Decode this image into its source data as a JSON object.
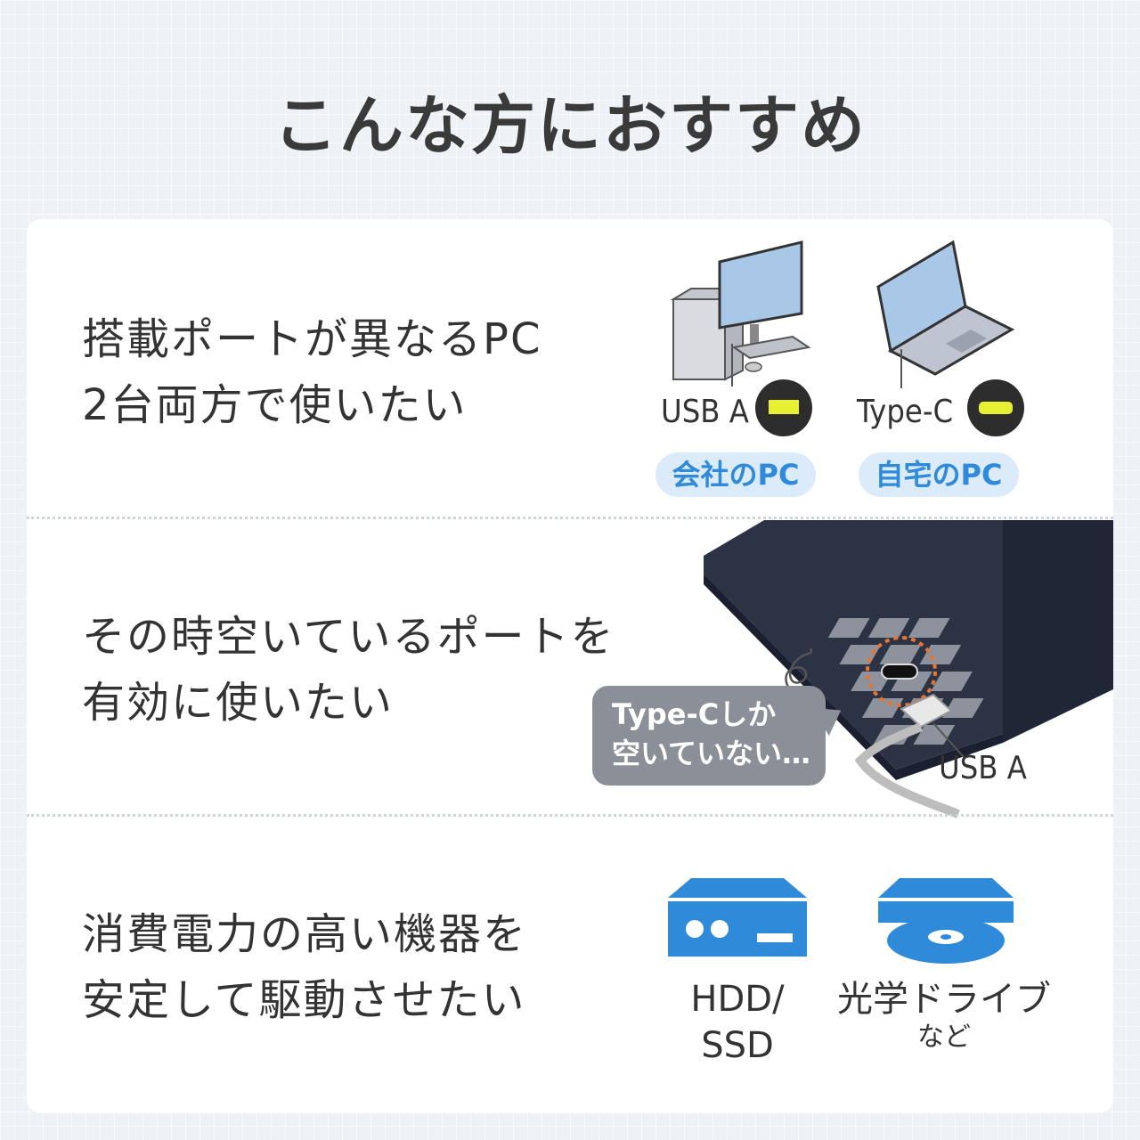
{
  "title": "こんな方におすすめ",
  "rows": [
    {
      "text_lines": [
        "搭載ポートが異なるPC",
        "2台両方で使いたい"
      ],
      "ports": [
        {
          "label": "USB A",
          "icon": "usb-a-port-icon",
          "pill": "会社のPC"
        },
        {
          "label": "Type-C",
          "icon": "usb-c-port-icon",
          "pill": "自宅のPC"
        }
      ]
    },
    {
      "text_lines": [
        "その時空いているポートを",
        "有効に使いたい"
      ],
      "bubble_lines": [
        "Type-Cしか",
        "空いていない…"
      ],
      "cable_label": "USB A"
    },
    {
      "text_lines": [
        "消費電力の高い機器を",
        "安定して駆動させたい"
      ],
      "devices": [
        {
          "label_lines": [
            "HDD/",
            "SSD"
          ],
          "sub": "",
          "icon": "hdd-icon"
        },
        {
          "label_lines": [
            "光学ドライブ"
          ],
          "sub": "など",
          "icon": "optical-drive-icon"
        }
      ]
    }
  ],
  "colors": {
    "accent_blue": "#2f8ad9",
    "port_yellow": "#e8f032",
    "laptop_navy": "#2b3345",
    "highlight_orange": "#e8742f"
  }
}
